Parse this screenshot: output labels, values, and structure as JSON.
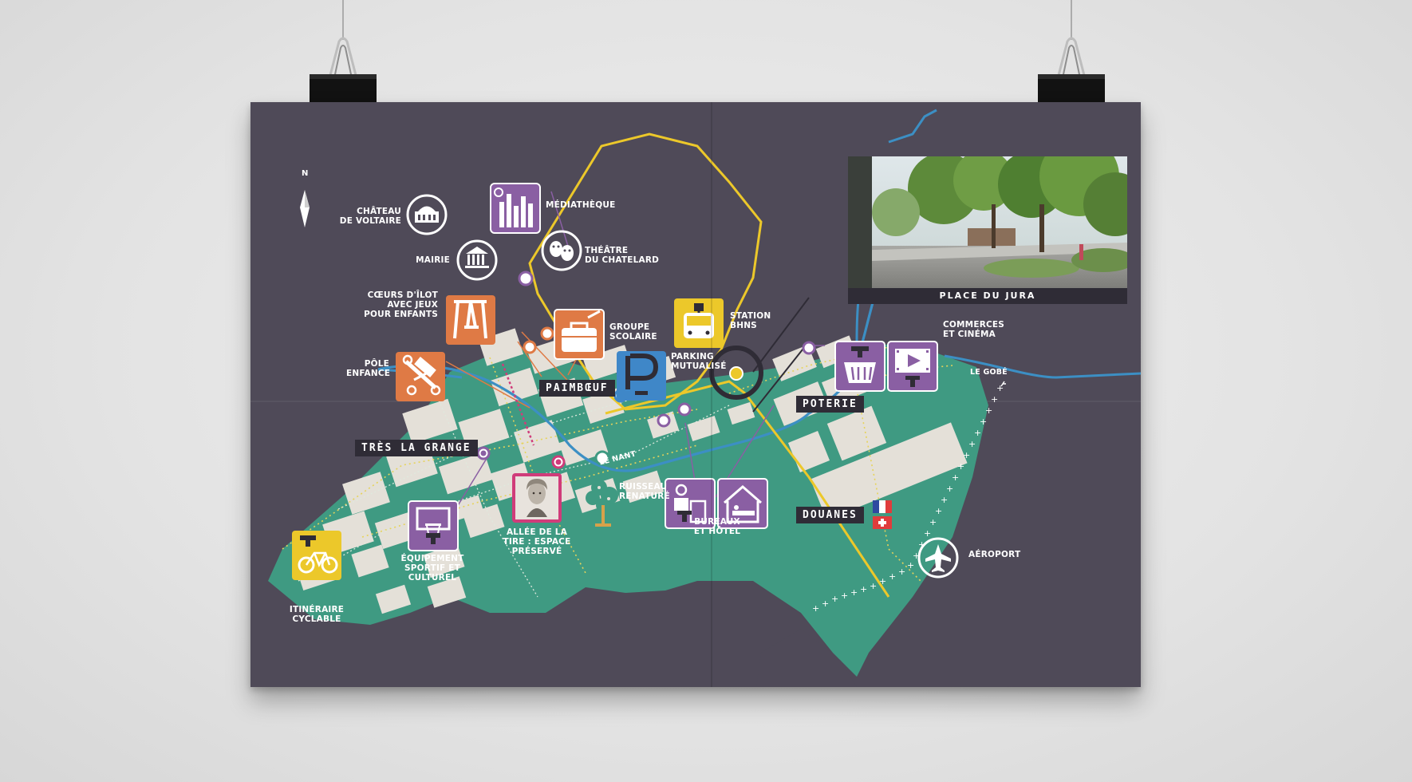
{
  "map": {
    "north": "N",
    "photo_caption": "PLACE DU JURA",
    "districts": {
      "paimboeuf": "PAIMBŒUF",
      "tres_la_grange": "TRÈS LA GRANGE",
      "poterie": "POTERIE",
      "douanes": "DOUANES"
    },
    "rivers": {
      "le_nant": "LE NANT",
      "le_gobe": "LE GOBÉ"
    },
    "labels": {
      "chateau": "CHÂTEAU\nDE VOLTAIRE",
      "mairie": "MAIRIE",
      "mediatheque": "MÉDIATHÈQUE",
      "theatre": "THÉÂTRE\nDU CHATELARD",
      "coeurs": "CŒURS D'ÎLOT\nAVEC JEUX\nPOUR ENFANTS",
      "pole_enfance": "PÔLE\nENFANCE",
      "groupe_scolaire": "GROUPE\nSCOLAIRE",
      "parking": "PARKING\nMUTUALISÉ",
      "station": "STATION\nBHNS",
      "commerces": "COMMERCES\nET CINÉMA",
      "itineraire": "ITINÉRAIRE\nCYCLABLE",
      "equipement": "ÉQUIPEMENT\nSPORTIF ET\nCULTUREL",
      "allee": "ALLÉE DE LA\nTIRE : ESPACE\nPRÉSERVÉ",
      "ruisseau": "RUISSEAU\nRENATURÉ",
      "bureaux": "BUREAUX\nET HÔTEL",
      "aeroport": "AÉROPORT"
    },
    "colors": {
      "background": "#4f4a58",
      "green": "#3f9a82",
      "block": "#e4e0d8",
      "purple": "#8a5fa3",
      "orange": "#df7a45",
      "blue": "#3f87c8",
      "yellow": "#ecc82a",
      "river": "#3c8fc4"
    },
    "icons": [
      "compass-icon",
      "chateau-icon",
      "mairie-icon",
      "books-icon",
      "theatre-masks-icon",
      "playground-icon",
      "stroller-icon",
      "school-bag-icon",
      "parking-icon",
      "tram-icon",
      "shopping-basket-icon",
      "cinema-icon",
      "bicycle-icon",
      "basketball-icon",
      "voltaire-portrait-icon",
      "tree-icon",
      "office-icon",
      "hotel-icon",
      "french-flag-icon",
      "swiss-flag-icon",
      "airplane-icon"
    ]
  }
}
